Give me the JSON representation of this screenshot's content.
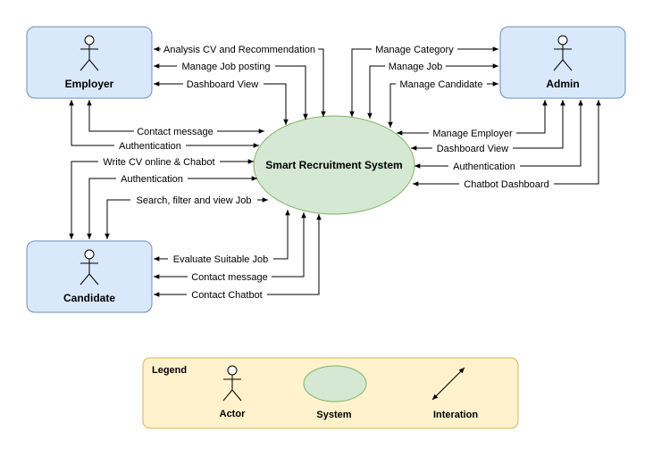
{
  "actors": {
    "employer": {
      "name": "Employer"
    },
    "admin": {
      "name": "Admin"
    },
    "candidate": {
      "name": "Candidate"
    }
  },
  "system": {
    "name": "Smart Recruitment System"
  },
  "interactions": {
    "employer": {
      "analysis_cv": "Analysis CV and Recommendation",
      "manage_job_posting": "Manage Job posting",
      "dashboard_view": "Dashboard View",
      "contact_message": "Contact message",
      "authentication": "Authentication"
    },
    "admin": {
      "manage_category": "Manage Category",
      "manage_job": "Manage Job",
      "manage_candidate": "Manage Candidate",
      "manage_employer": "Manage Employer",
      "dashboard_view": "Dashboard View",
      "authentication": "Authentication",
      "chatbot_dashboard": "Chatbot Dashboard"
    },
    "candidate": {
      "write_cv": "Write CV online & Chabot",
      "authentication": "Authentication",
      "search_job": "Search, filter and view Job",
      "evaluate_job": "Evaluate Suitable Job",
      "contact_message": "Contact message",
      "contact_chatbot": "Contact Chatbot"
    }
  },
  "legend": {
    "title": "Legend",
    "actor": "Actor",
    "system": "System",
    "interaction": "Interation"
  },
  "colors": {
    "actor_fill": "#dae8fc",
    "actor_stroke": "#6c8ebf",
    "system_fill": "#d5e8d4",
    "system_stroke": "#82b366",
    "legend_fill": "#fff2cc",
    "legend_stroke": "#d6b656"
  }
}
